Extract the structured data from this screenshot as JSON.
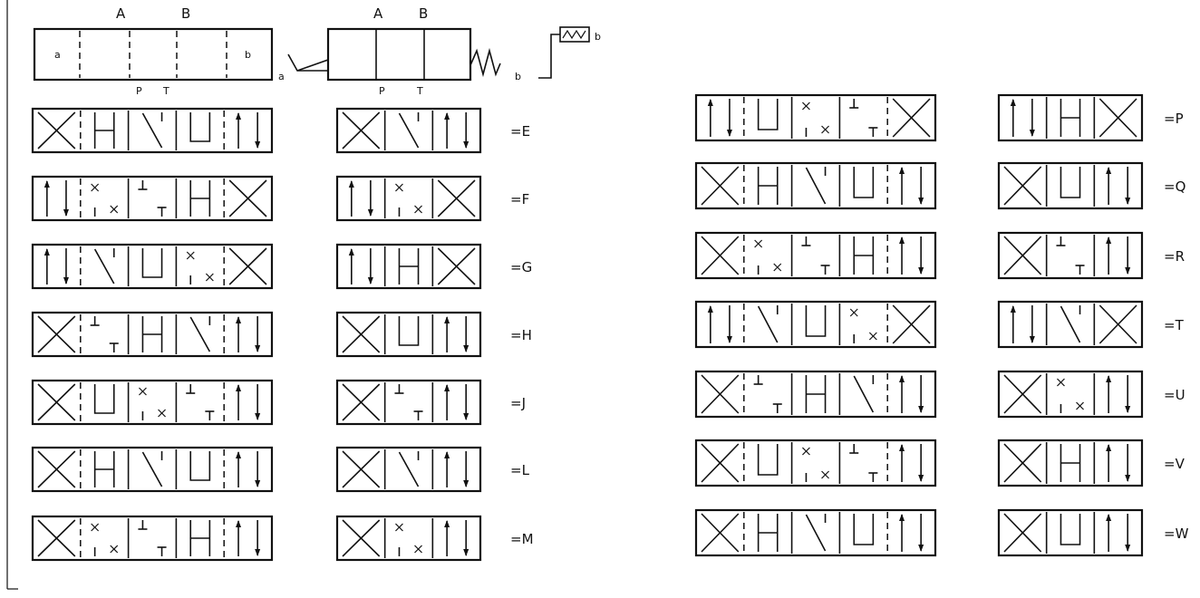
{
  "header": {
    "port_a": "A",
    "port_b": "B",
    "port_p": "P",
    "port_t": "T",
    "side_a": "a",
    "side_b": "b"
  },
  "left_codes": [
    "=E",
    "=F",
    "=G",
    "=H",
    "=J",
    "=L",
    "=M"
  ],
  "right_codes": [
    "=P",
    "=Q",
    "=R",
    "=T",
    "=U",
    "=V",
    "=W"
  ]
}
